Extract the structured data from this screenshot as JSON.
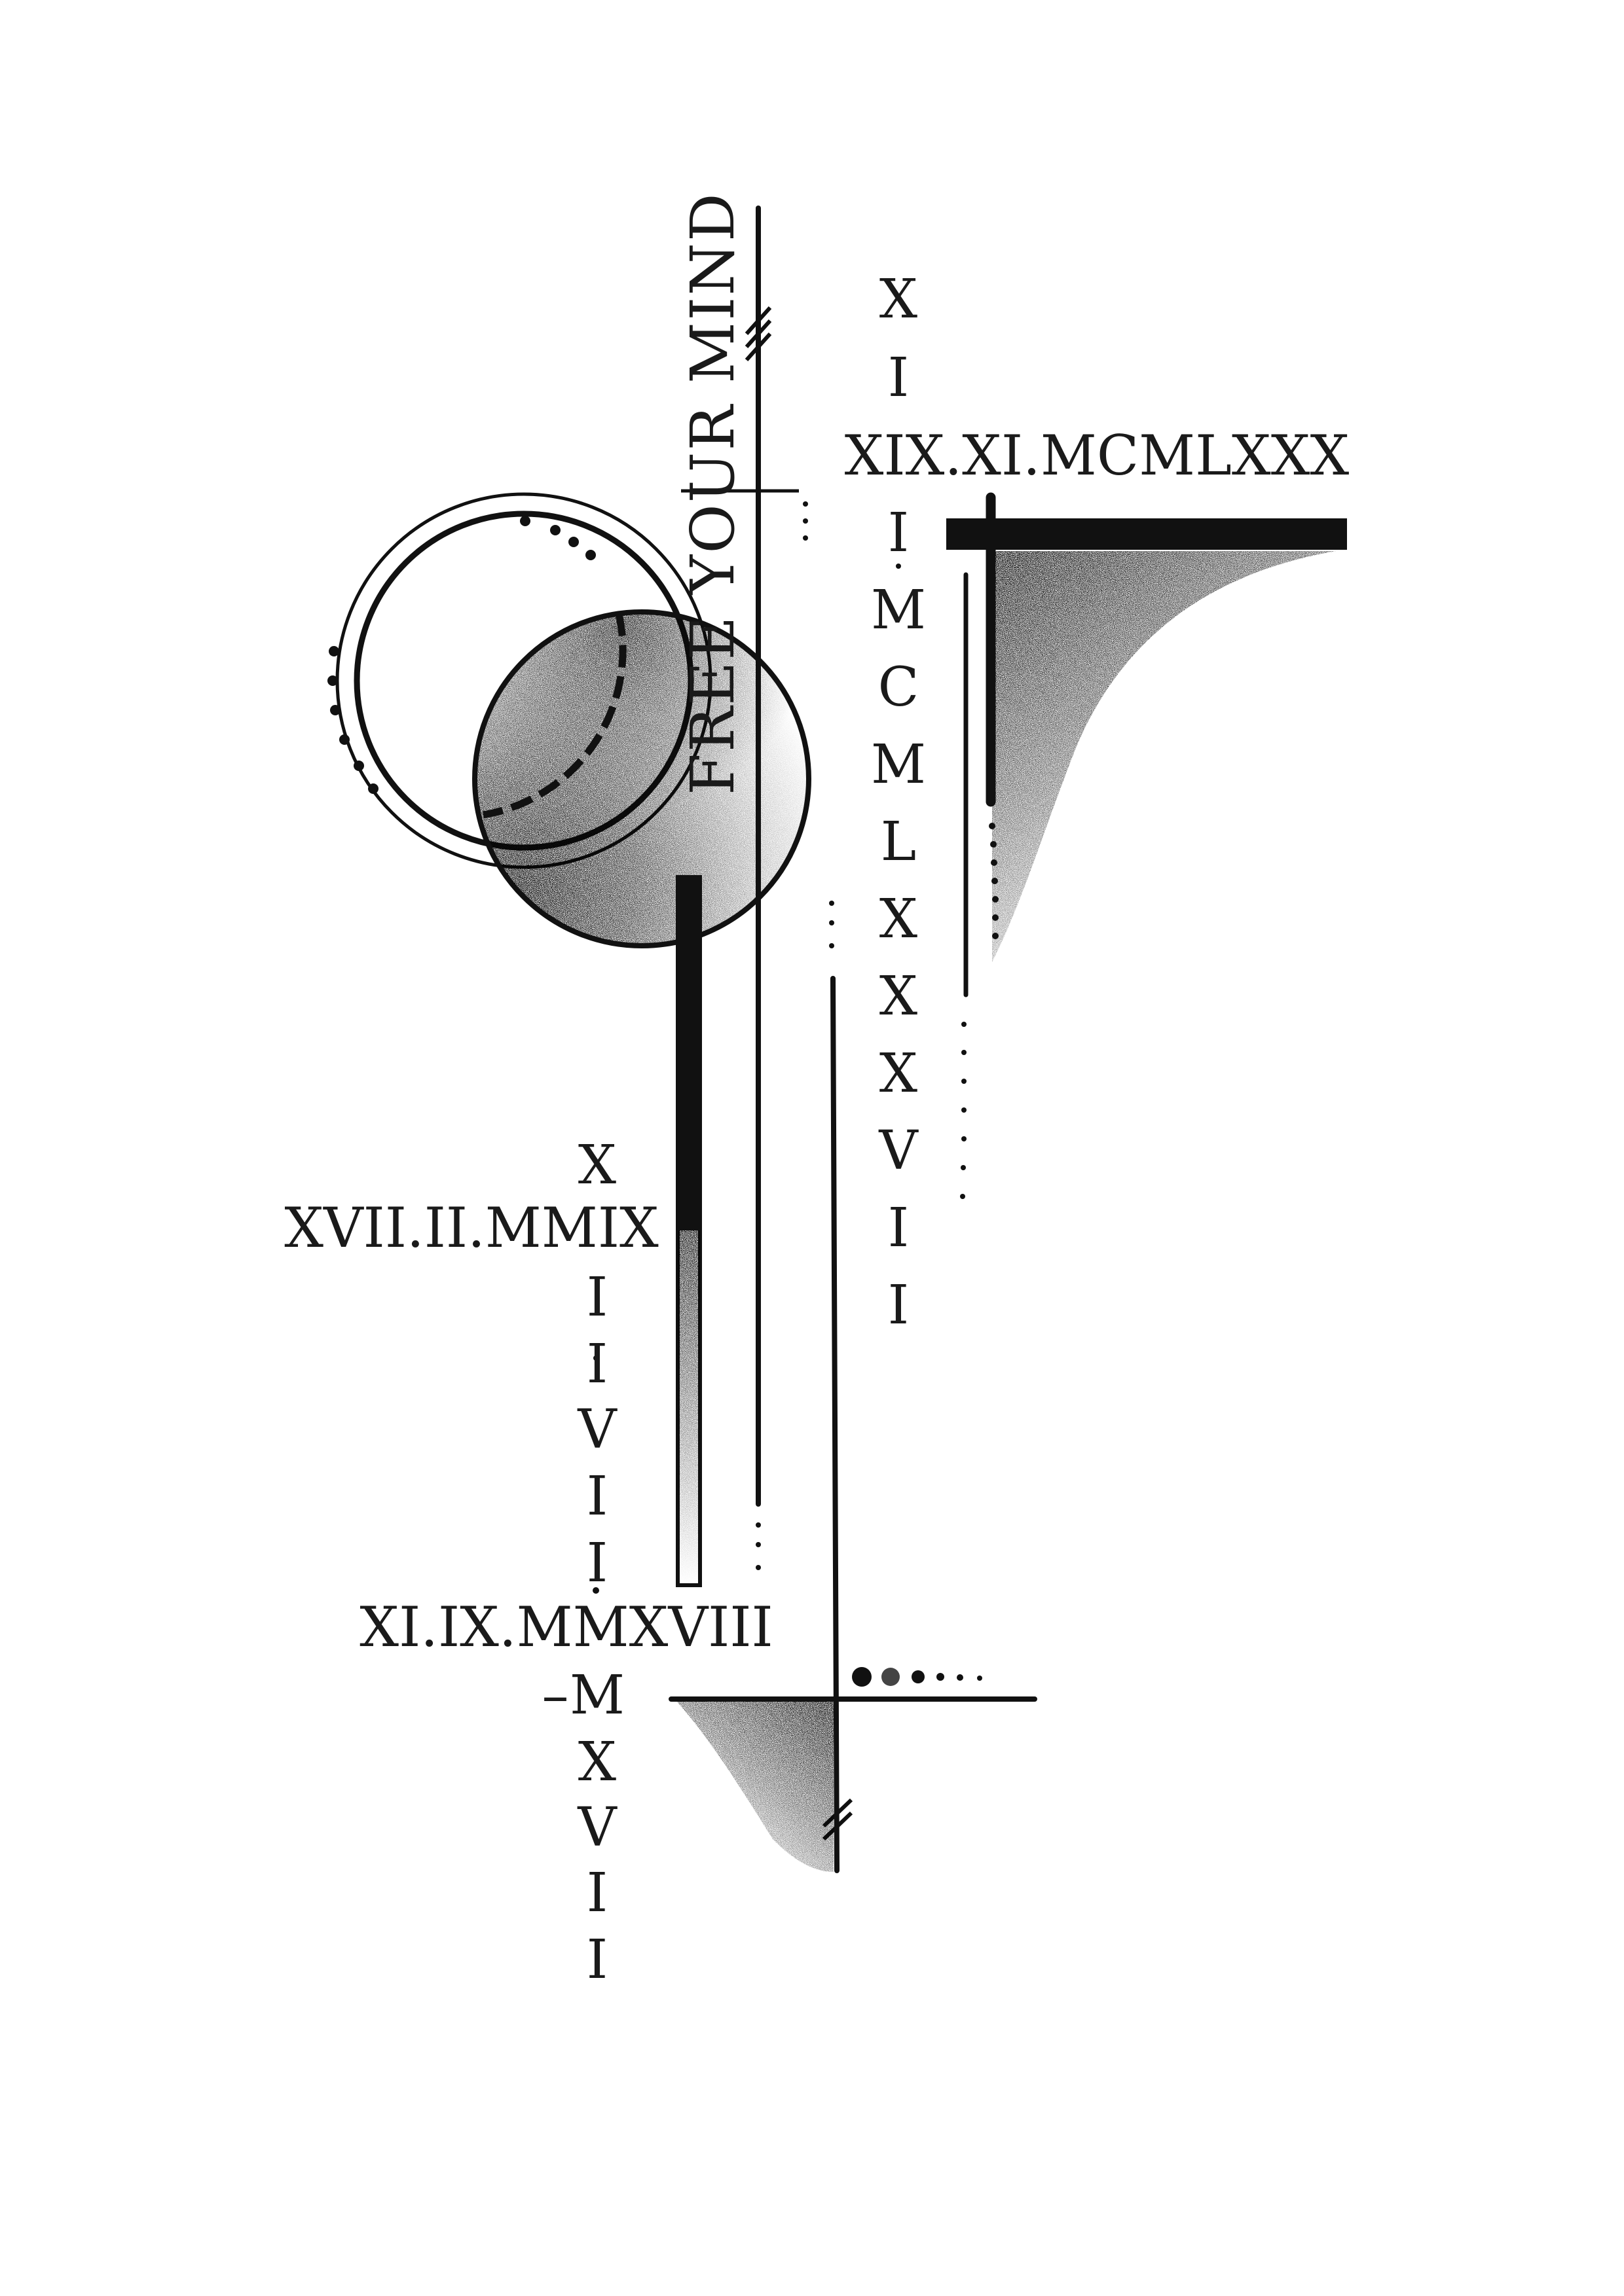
{
  "motto": "FREE YOUR MIND",
  "date_top": {
    "line": "XIX.XI.MCMLXXX",
    "column": [
      "X",
      "I",
      "I",
      "M",
      "C",
      "M",
      "L",
      "X",
      "X",
      "X",
      "V",
      "I",
      "I"
    ]
  },
  "date_left": {
    "line": "XVII.II.MMIX",
    "column": [
      "X",
      "I",
      "I",
      "V",
      "I",
      "I"
    ]
  },
  "date_bottom": {
    "line": "XI.IX.MMXVIII",
    "column": [
      "M",
      "X",
      "V",
      "I",
      "I"
    ],
    "prefix_mark": "–"
  },
  "colors": {
    "ink": "#111111",
    "paper": "#ffffff"
  }
}
